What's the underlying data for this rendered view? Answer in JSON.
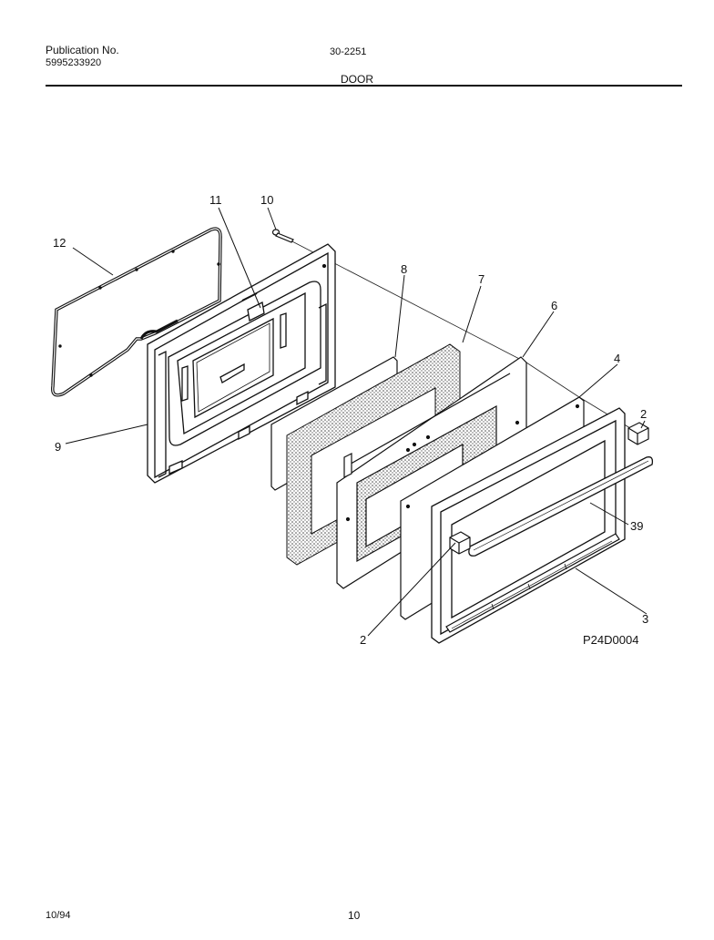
{
  "header": {
    "publication_label": "Publication No.",
    "publication_number": "5995233920",
    "model_number": "30-2251",
    "section_title": "DOOR"
  },
  "diagram": {
    "figure_id": "P24D0004",
    "callouts": {
      "c12": "12",
      "c11": "11",
      "c10": "10",
      "c9": "9",
      "c8": "8",
      "c7": "7",
      "c6": "6",
      "c4": "4",
      "c2_top": "2",
      "c39": "39",
      "c3": "3",
      "c2_bottom": "2"
    }
  },
  "footer": {
    "date": "10/94",
    "page_number": "10"
  }
}
